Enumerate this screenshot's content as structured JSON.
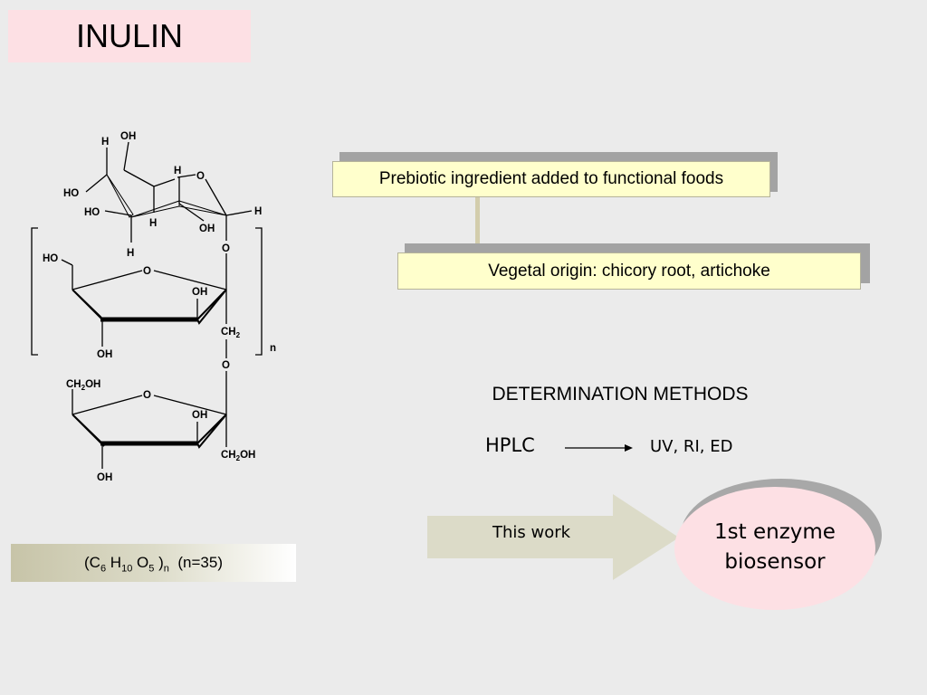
{
  "title": "INULIN",
  "structure": {
    "labels": {
      "oh_top": "OH",
      "h_top": "H",
      "ho_1": "HO",
      "h_ring_top": "H",
      "o_ring_top": "O",
      "ho_2": "HO",
      "h_mid": "H",
      "oh_mid": "OH",
      "h_right": "H",
      "h_bottom": "H",
      "o_link_1": "O",
      "ho_fruc1": "HO",
      "o_ring_fruc1": "O",
      "oh_fruc1": "OH",
      "oh_fruc1_bottom": "OH",
      "ch2": "CH",
      "ch2_sub": "2",
      "n_subscript": "n",
      "o_link_2": "O",
      "ch2oh_left_a": "CH",
      "ch2oh_left_sub": "2",
      "ch2oh_left_b": "OH",
      "o_ring_fruc2": "O",
      "oh_fruc2": "OH",
      "ch2oh_right_a": "CH",
      "ch2oh_right_sub": "2",
      "ch2oh_right_b": "OH",
      "oh_fruc2_bottom": "OH"
    }
  },
  "formula": {
    "open": "(C",
    "c_sub": "6",
    "h": " H",
    "h_sub": "10",
    "o": " O",
    "o_sub": "5",
    "close": " )",
    "n_sub": "n",
    "n_value": "  (n=35)"
  },
  "callouts": [
    "Prebiotic ingredient added to functional foods",
    "Vegetal origin: chicory root, artichoke"
  ],
  "methods": {
    "title": "DETERMINATION METHODS",
    "technique": "HPLC",
    "detectors": "UV, RI, ED"
  },
  "this_work": {
    "arrow_label": "This work",
    "result_line1": "1st enzyme",
    "result_line2": "biosensor"
  },
  "colors": {
    "background": "#ebebeb",
    "title_fill": "#fde0e4",
    "callout_fill": "#ffffcc",
    "arrow_fill": "#dcdbc8",
    "ellipse_fill": "#fde0e4"
  }
}
